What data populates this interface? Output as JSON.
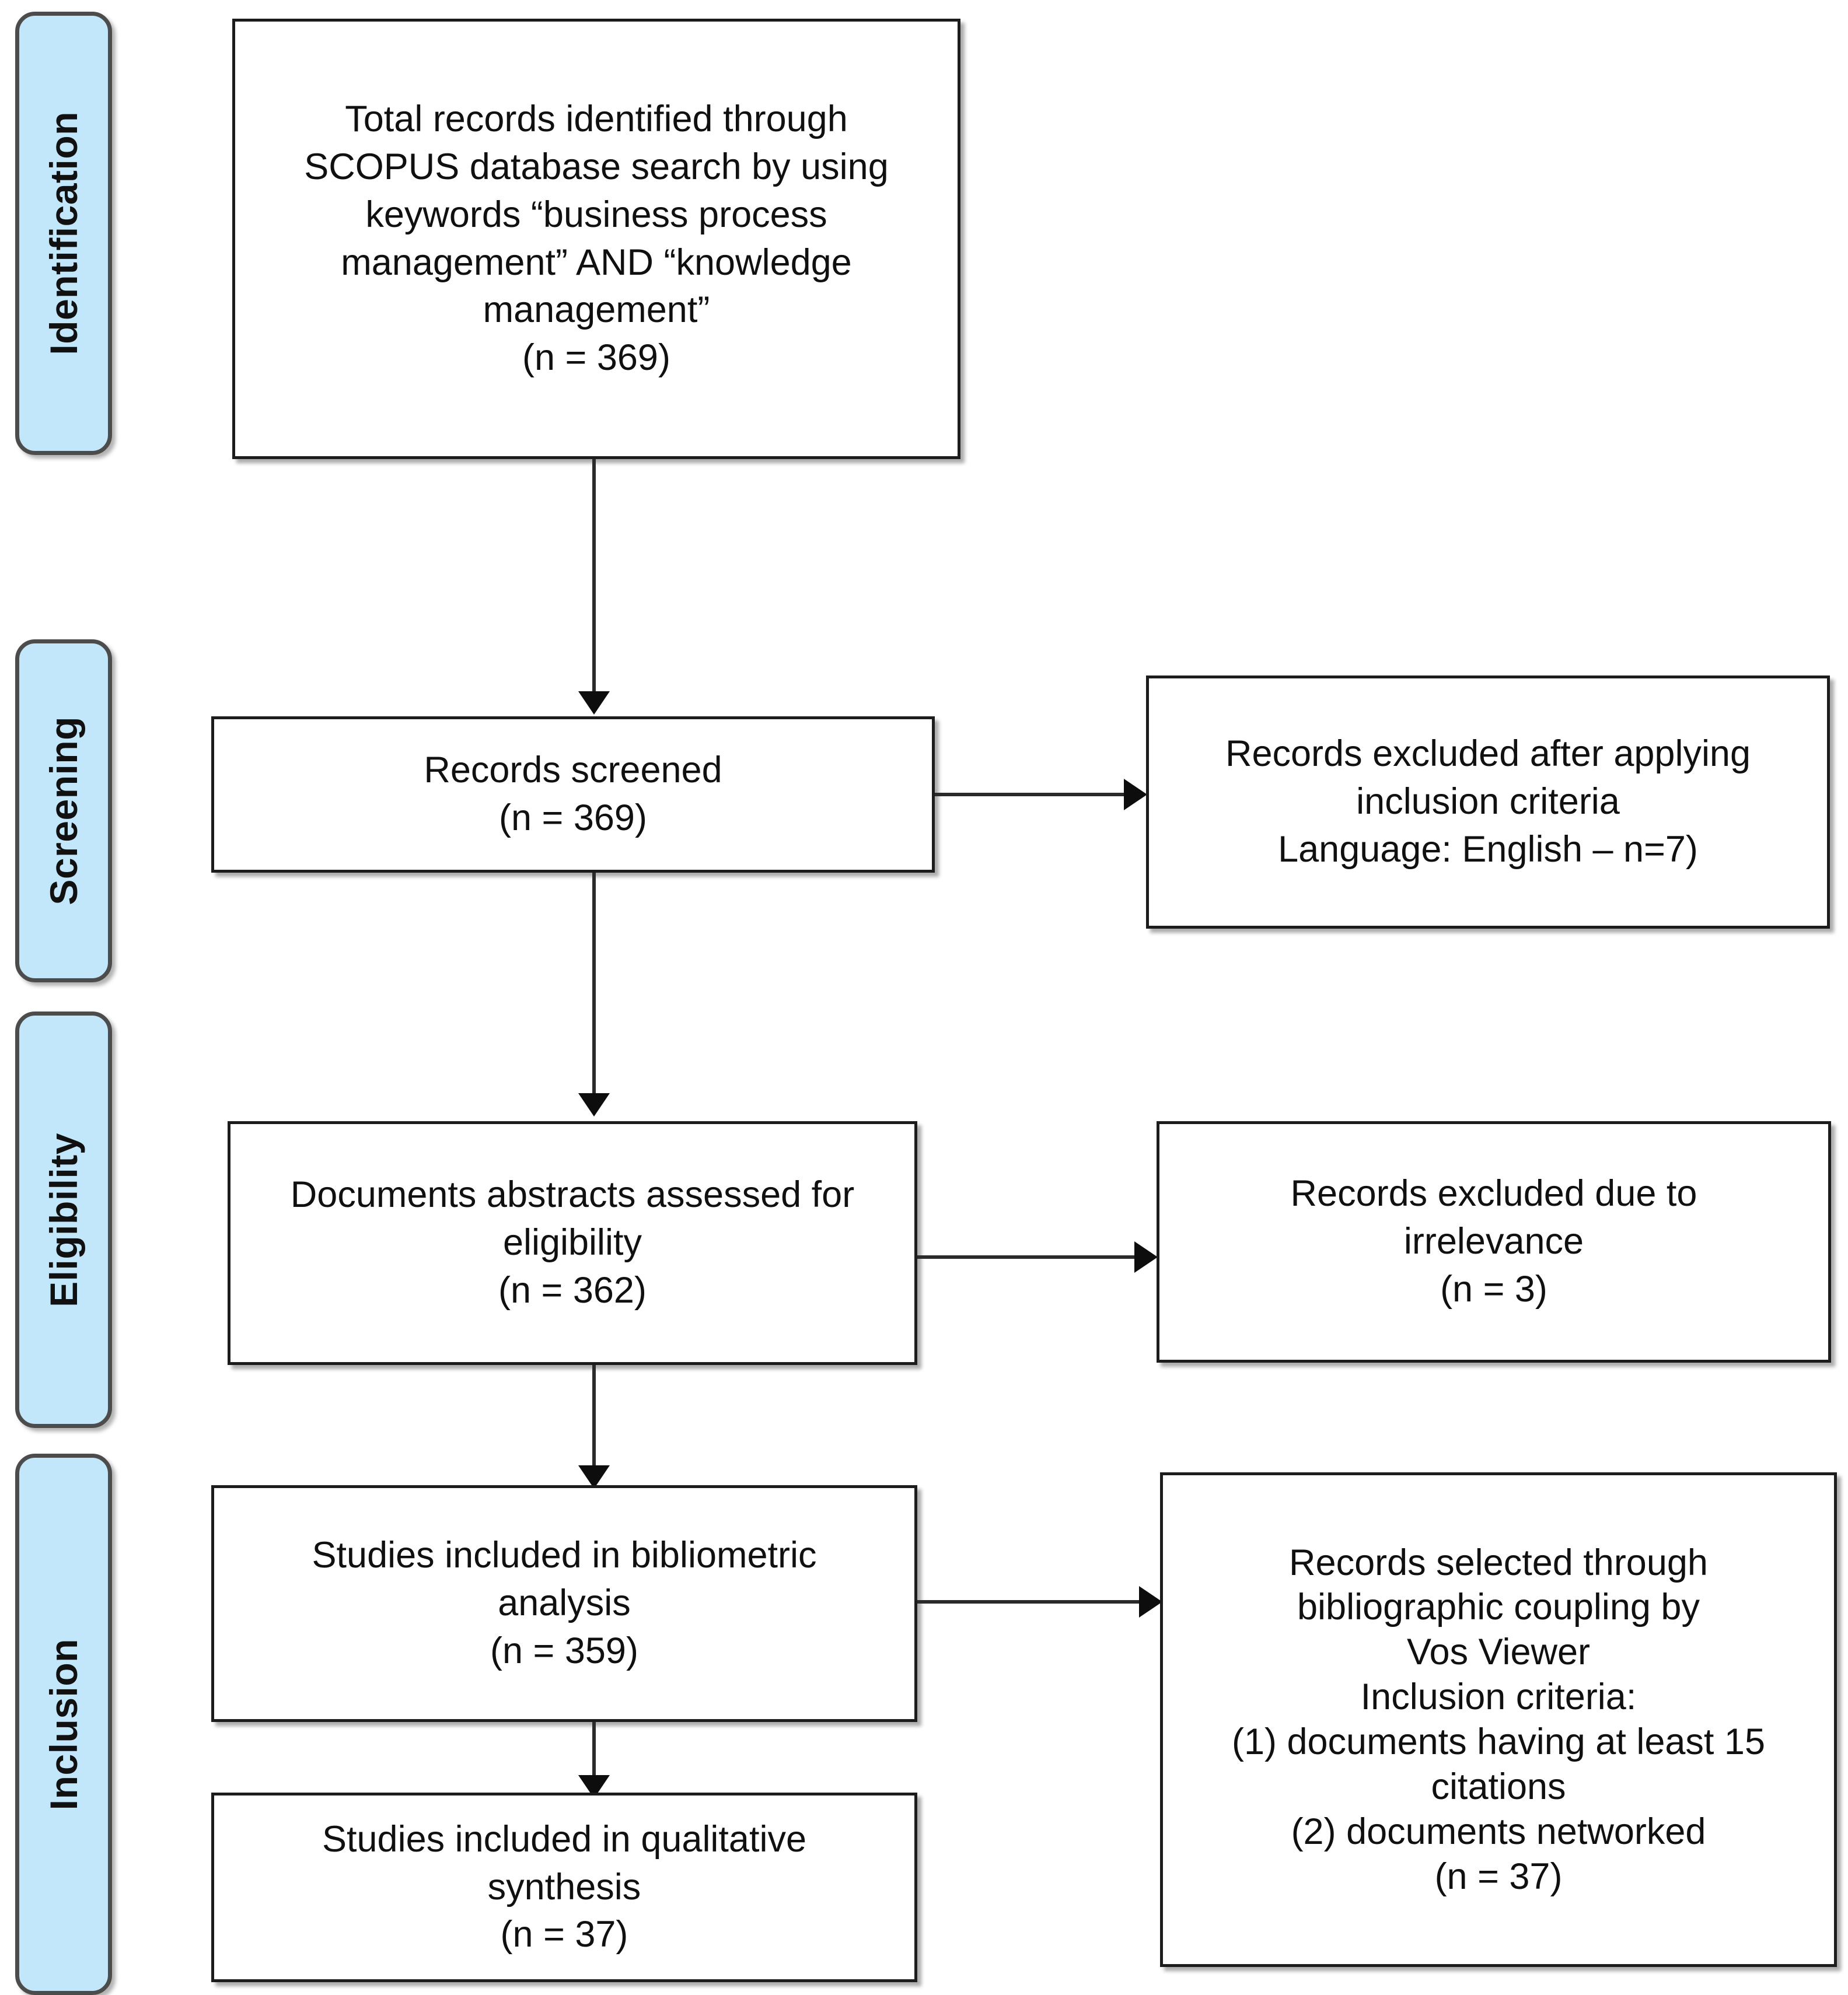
{
  "diagram": {
    "type": "prisma-flow-diagram",
    "stages": [
      {
        "id": "identification",
        "label": "Identification"
      },
      {
        "id": "screening",
        "label": "Screening"
      },
      {
        "id": "eligibility",
        "label": "Eligibility"
      },
      {
        "id": "inclusion",
        "label": "Inclusion"
      }
    ],
    "boxes": {
      "identified": {
        "text": "Total records identified through\nSCOPUS database search by using\nkeywords “business process\nmanagement” AND “knowledge\nmanagement”\n(n = 369)",
        "count": 369
      },
      "screened": {
        "text": "Records screened\n(n = 369)",
        "count": 369
      },
      "excluded_inclusion_criteria": {
        "text": "Records excluded after applying\ninclusion criteria\nLanguage: English – n=7)",
        "count": 7
      },
      "abstracts_assessed": {
        "text": "Documents abstracts assessed for\neligibility\n(n = 362)",
        "count": 362
      },
      "excluded_irrelevance": {
        "text": "Records excluded due to\nirrelevance\n(n = 3)",
        "count": 3
      },
      "bibliometric_analysis": {
        "text": "Studies included in bibliometric\nanalysis\n(n = 359)",
        "count": 359
      },
      "bibliographic_coupling": {
        "text": "Records selected through\nbibliographic coupling by\nVos Viewer\nInclusion criteria:\n(1) documents having at least 15\ncitations\n(2) documents networked\n(n = 37)",
        "count": 37
      },
      "qualitative_synthesis": {
        "text": "Studies included in qualitative\nsynthesis\n(n = 37)",
        "count": 37
      }
    },
    "colors": {
      "stage_fill": "#c3e7fa",
      "stage_border": "#4c4c4c",
      "box_border": "#1c1c1c",
      "connector": "#2b2b2b",
      "text": "#101010",
      "background": "#ffffff"
    }
  }
}
